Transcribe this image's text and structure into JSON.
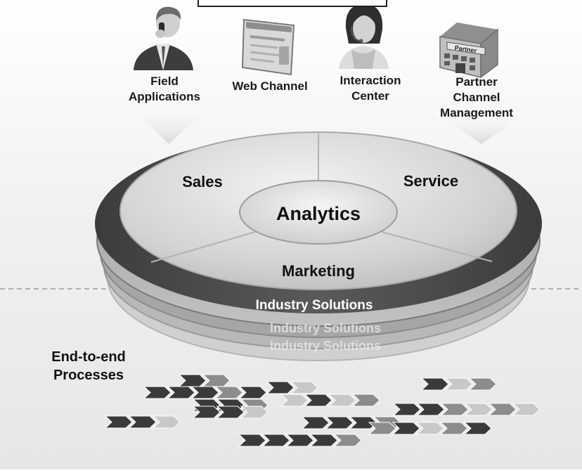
{
  "channels": [
    {
      "id": "field",
      "label": "Field\nApplications",
      "icon": "businessman-phone-icon"
    },
    {
      "id": "web",
      "label": "Web Channel",
      "icon": "web-browser-icon"
    },
    {
      "id": "interaction",
      "label": "Interaction\nCenter",
      "icon": "call-center-agent-icon"
    },
    {
      "id": "partner",
      "label": "Partner\nChannel\nManagement",
      "icon": "partner-building-icon",
      "sign": "Partner"
    }
  ],
  "disc": {
    "center": "Analytics",
    "segments": [
      "Sales",
      "Service",
      "Marketing"
    ],
    "band": "Industry Solutions",
    "band_echoes": [
      "Industry Solutions",
      "Industry Solutions"
    ]
  },
  "processes": {
    "label": "End-to-end\nProcesses"
  },
  "colors": {
    "dark": "#3a3a3a",
    "mid": "#8c8c8c",
    "light": "#c8c8c8",
    "disc_face": "#d9d9d9",
    "rim": "#4a4a4a"
  }
}
